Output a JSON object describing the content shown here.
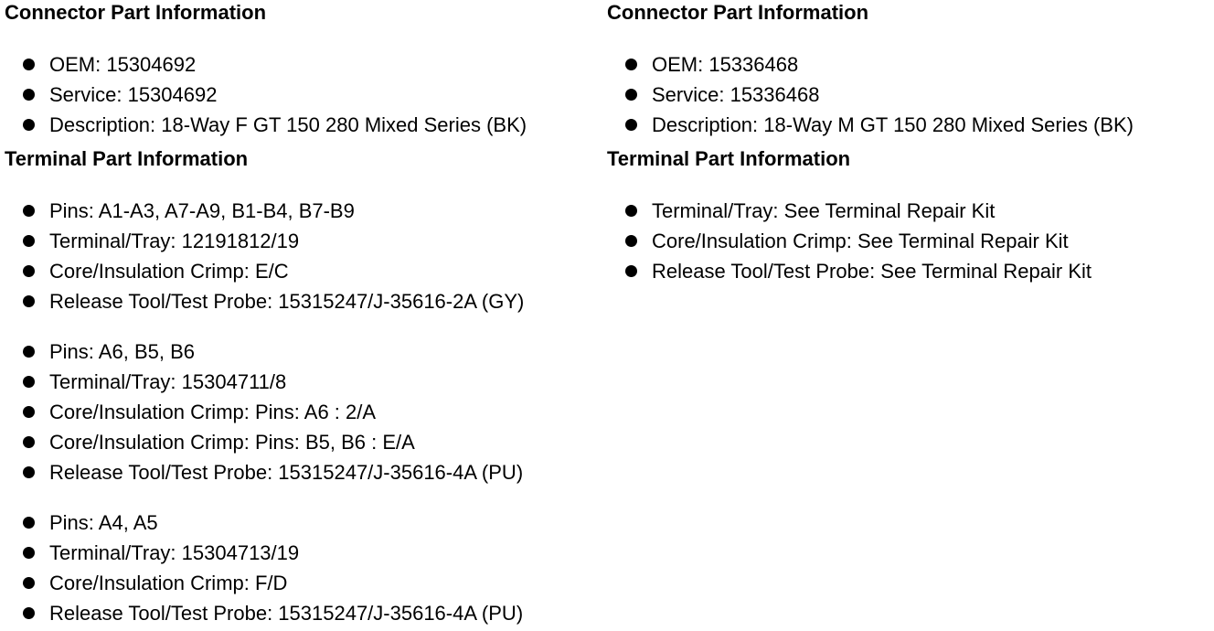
{
  "left": {
    "connector_heading": "Connector Part Information",
    "connector_items": [
      "OEM: 15304692",
      "Service: 15304692",
      "Description: 18-Way F GT 150 280 Mixed Series (BK)"
    ],
    "terminal_heading": "Terminal Part Information",
    "terminal_groups": [
      [
        "Pins: A1-A3, A7-A9, B1-B4, B7-B9",
        "Terminal/Tray: 12191812/19",
        "Core/Insulation Crimp: E/C",
        "Release Tool/Test Probe: 15315247/J-35616-2A (GY)"
      ],
      [
        "Pins: A6, B5, B6",
        "Terminal/Tray: 15304711/8",
        "Core/Insulation Crimp: Pins: A6 : 2/A",
        "Core/Insulation Crimp: Pins: B5, B6 : E/A",
        "Release Tool/Test Probe: 15315247/J-35616-4A (PU)"
      ],
      [
        "Pins: A4, A5",
        "Terminal/Tray: 15304713/19",
        "Core/Insulation Crimp: F/D",
        "Release Tool/Test Probe: 15315247/J-35616-4A (PU)"
      ]
    ]
  },
  "right": {
    "connector_heading": "Connector Part Information",
    "connector_items": [
      "OEM: 15336468",
      "Service: 15336468",
      "Description: 18-Way M GT 150 280 Mixed Series (BK)"
    ],
    "terminal_heading": "Terminal Part Information",
    "terminal_groups": [
      [
        "Terminal/Tray: See Terminal Repair Kit",
        "Core/Insulation Crimp: See Terminal Repair Kit",
        "Release Tool/Test Probe: See Terminal Repair Kit"
      ]
    ]
  }
}
